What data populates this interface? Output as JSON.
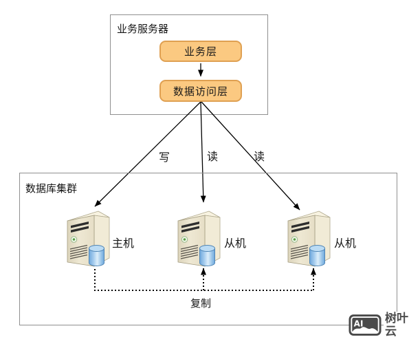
{
  "business_server": {
    "title": "业务服务器",
    "business_layer": "业务层",
    "data_access_layer": "数据访问层"
  },
  "connections": {
    "write_label": "写",
    "read_label_1": "读",
    "read_label_2": "读"
  },
  "database_cluster": {
    "title": "数据库集群",
    "master_label": "主机",
    "slave_label_1": "从机",
    "slave_label_2": "从机",
    "replication_label": "复制"
  },
  "watermark": {
    "logo_text": "AI",
    "brand": "树叶云"
  },
  "colors": {
    "layer_fill": "#FBC981",
    "layer_border": "#DFA052",
    "box_border": "#8F8F8F",
    "arrow": "#000000",
    "server_body": "#EAE3CD",
    "database_blue": "#7FB4E2",
    "watermark_gray": "#4A4A4A"
  }
}
